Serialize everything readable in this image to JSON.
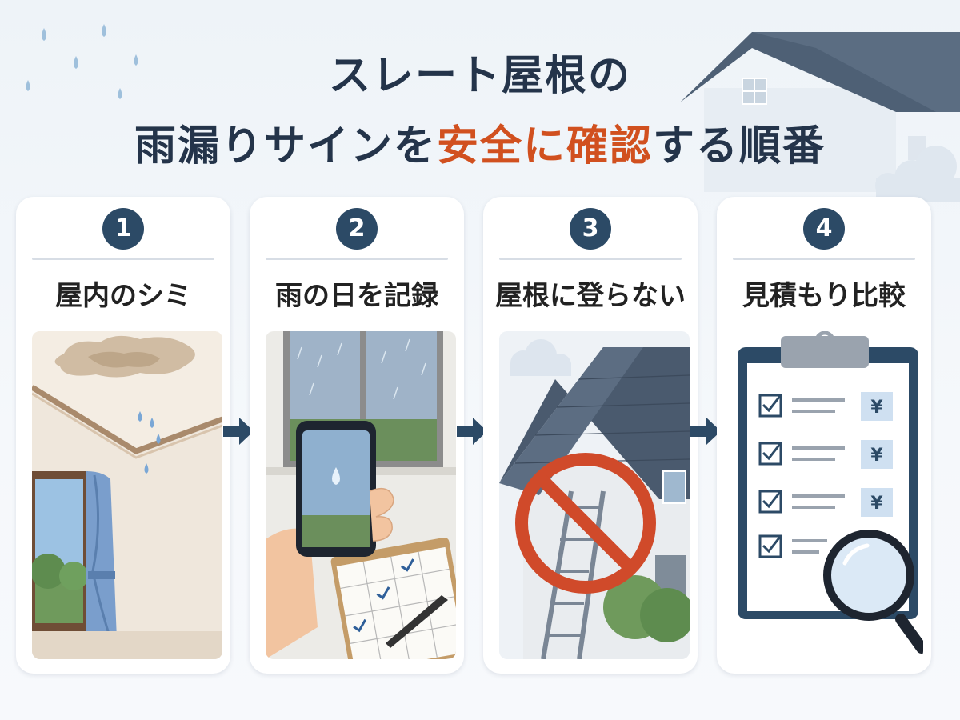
{
  "title": {
    "line1": "スレート屋根の",
    "line2_pre": "雨漏りサインを",
    "line2_accent": "安全に確認",
    "line2_post": "する順番"
  },
  "colors": {
    "accent": "#d1501f",
    "navy": "#2c4a66",
    "card_bg": "#ffffff",
    "background": "#eef3f8"
  },
  "steps": [
    {
      "number": "1",
      "label": "屋内のシミ",
      "icon": "ceiling-stain-icon"
    },
    {
      "number": "2",
      "label": "雨の日を記録",
      "icon": "phone-calendar-icon"
    },
    {
      "number": "3",
      "label": "屋根に登らない",
      "icon": "no-climb-roof-icon"
    },
    {
      "number": "4",
      "label": "見積もり比較",
      "icon": "clipboard-estimate-icon"
    }
  ],
  "estimate_symbol": "¥"
}
